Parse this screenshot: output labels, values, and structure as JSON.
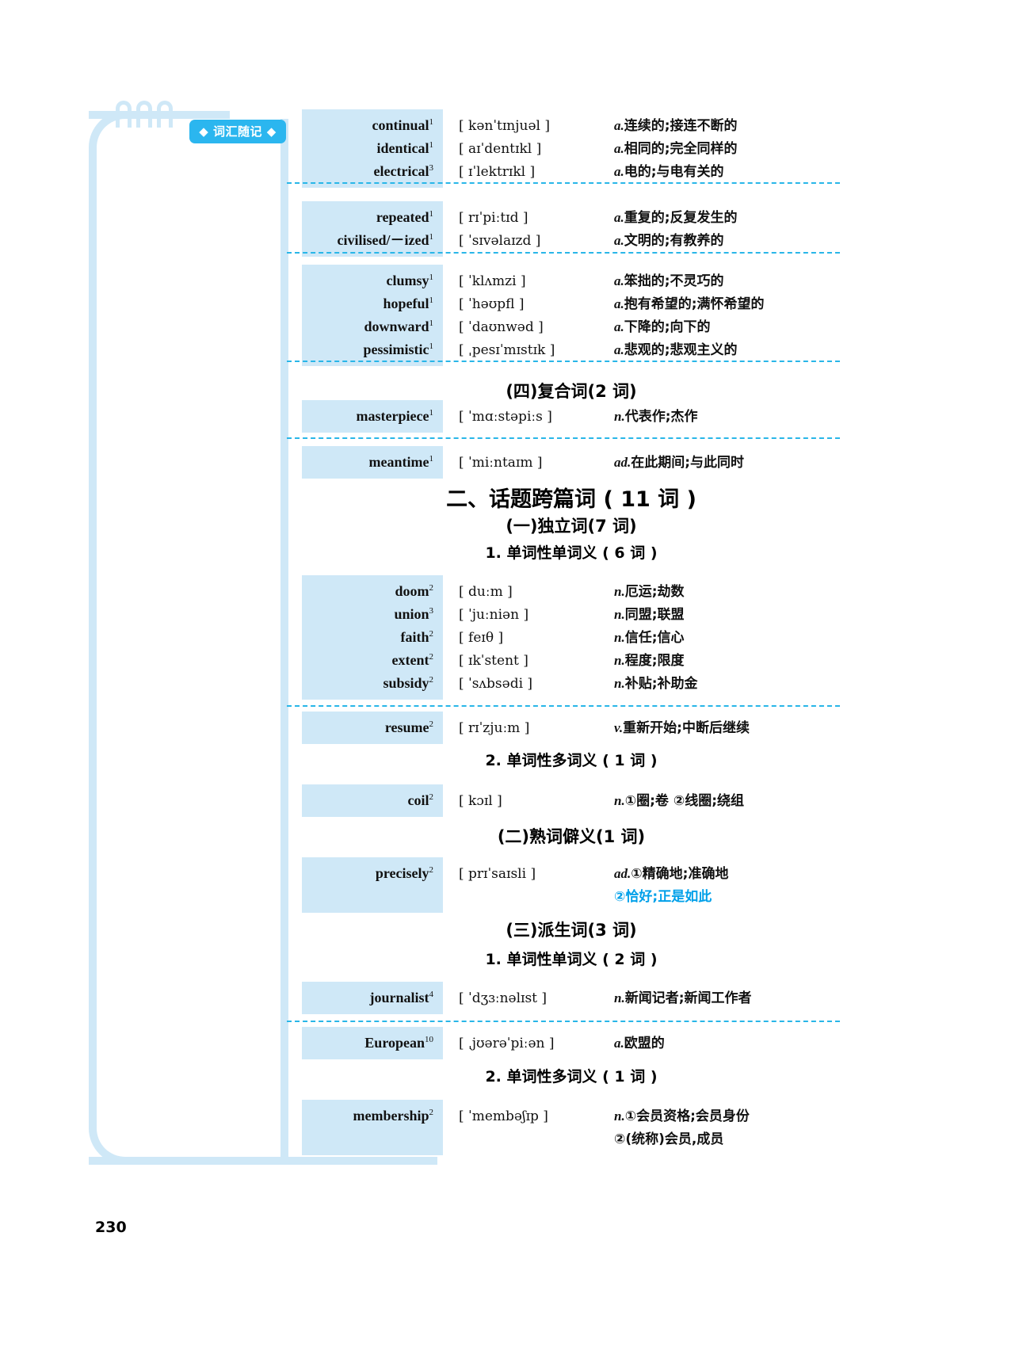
{
  "page": {
    "number": "230",
    "tab_label": "◆ 词汇随记 ◆",
    "accent_blue": "#29b6e8",
    "chip_blue": "#cfe8f7",
    "highlight_blue": "#00a0e9"
  },
  "groups": [
    {
      "id": "g1",
      "entries": [
        {
          "word": "continual",
          "sup": "1",
          "phon": "[ kənˈtɪnjuəl ]",
          "pos": "a.",
          "meaning": "连续的;接连不断的"
        },
        {
          "word": "identical",
          "sup": "1",
          "phon": "[ aɪˈdentɪkl ]",
          "pos": "a.",
          "meaning": "相同的;完全同样的"
        },
        {
          "word": "electrical",
          "sup": "3",
          "phon": "[ ɪˈlektrɪkl ]",
          "pos": "a.",
          "meaning": "电的;与电有关的"
        }
      ]
    },
    {
      "id": "g2",
      "entries": [
        {
          "word": "repeated",
          "sup": "1",
          "phon": "[ rɪˈpiːtɪd ]",
          "pos": "a.",
          "meaning": "重复的;反复发生的"
        },
        {
          "word": "civilised/－ized",
          "sup": "1",
          "phon": "[ ˈsɪvəlaɪzd ]",
          "pos": "a.",
          "meaning": "文明的;有教养的"
        }
      ]
    },
    {
      "id": "g3",
      "entries": [
        {
          "word": "clumsy",
          "sup": "1",
          "phon": "[ ˈklʌmzi ]",
          "pos": "a.",
          "meaning": "笨拙的;不灵巧的"
        },
        {
          "word": "hopeful",
          "sup": "1",
          "phon": "[ ˈhəʊpfl ]",
          "pos": "a.",
          "meaning": "抱有希望的;满怀希望的"
        },
        {
          "word": "downward",
          "sup": "1",
          "phon": "[ ˈdaʊnwəd ]",
          "pos": "a.",
          "meaning": "下降的;向下的"
        },
        {
          "word": "pessimistic",
          "sup": "1",
          "phon": "[ ˌpesɪˈmɪstɪk ]",
          "pos": "a.",
          "meaning": "悲观的;悲观主义的"
        }
      ]
    },
    {
      "id": "g4",
      "entries": [
        {
          "word": "masterpiece",
          "sup": "1",
          "phon": "[ ˈmɑːstəpiːs ]",
          "pos": "n.",
          "meaning": "代表作;杰作"
        }
      ]
    },
    {
      "id": "g5",
      "entries": [
        {
          "word": "meantime",
          "sup": "1",
          "phon": "[ ˈmiːntaɪm ]",
          "pos": "ad.",
          "meaning": "在此期间;与此同时"
        }
      ]
    },
    {
      "id": "g6",
      "entries": [
        {
          "word": "doom",
          "sup": "2",
          "phon": "[ duːm ]",
          "pos": "n.",
          "meaning": "厄运;劫数"
        },
        {
          "word": "union",
          "sup": "3",
          "phon": "[ ˈjuːniən ]",
          "pos": "n.",
          "meaning": "同盟;联盟"
        },
        {
          "word": "faith",
          "sup": "2",
          "phon": "[ feɪθ ]",
          "pos": "n.",
          "meaning": "信任;信心"
        },
        {
          "word": "extent",
          "sup": "2",
          "phon": "[ ɪkˈstent ]",
          "pos": "n.",
          "meaning": "程度;限度"
        },
        {
          "word": "subsidy",
          "sup": "2",
          "phon": "[ ˈsʌbsədi ]",
          "pos": "n.",
          "meaning": "补贴;补助金"
        }
      ]
    },
    {
      "id": "g7",
      "entries": [
        {
          "word": "resume",
          "sup": "2",
          "phon": "[ rɪˈzjuːm ]",
          "pos": "v.",
          "meaning": "重新开始;中断后继续"
        }
      ]
    },
    {
      "id": "g8",
      "entries": [
        {
          "word": "coil",
          "sup": "2",
          "phon": "[ kɔɪl ]",
          "pos": "n.",
          "meaning": "①圈;卷 ②线圈;绕组"
        }
      ]
    },
    {
      "id": "g9",
      "entries": [
        {
          "word": "precisely",
          "sup": "2",
          "phon": "[ prɪˈsaɪsli ]",
          "pos": "ad.",
          "meaning": "①精确地;准确地",
          "meaning2": "②恰好;正是如此",
          "meaning2_blue": true
        }
      ]
    },
    {
      "id": "g10",
      "entries": [
        {
          "word": "journalist",
          "sup": "4",
          "phon": "[ ˈdʒɜːnəlɪst ]",
          "pos": "n.",
          "meaning": "新闻记者;新闻工作者"
        }
      ]
    },
    {
      "id": "g11",
      "entries": [
        {
          "word": "European",
          "sup": "10",
          "phon": "[ ˌjʊərəˈpiːən ]",
          "pos": "a.",
          "meaning": "欧盟的"
        }
      ]
    },
    {
      "id": "g12",
      "entries": [
        {
          "word": "membership",
          "sup": "2",
          "phon": "[ ˈmembəʃɪp ]",
          "pos": "n.",
          "meaning": "①会员资格;会员身份",
          "meaning2": "②(统称)会员,成员",
          "meaning2_blue": false
        }
      ]
    }
  ],
  "headings": {
    "compound": "(四)复合词(2 词)",
    "topic_main": "二、话题跨篇词 ( 11 词 )",
    "independent": "(一)独立词(7 词)",
    "single_single_6": "1. 单词性单词义 ( 6 词 )",
    "single_multi_1": "2. 单词性多词义 ( 1 词 )",
    "familiar": "(二)熟词僻义(1 词)",
    "derived": "(三)派生词(3 词)",
    "single_single_2": "1. 单词性单词义 ( 2 词 )",
    "single_multi_1b": "2. 单词性多词义 ( 1 词 )"
  }
}
